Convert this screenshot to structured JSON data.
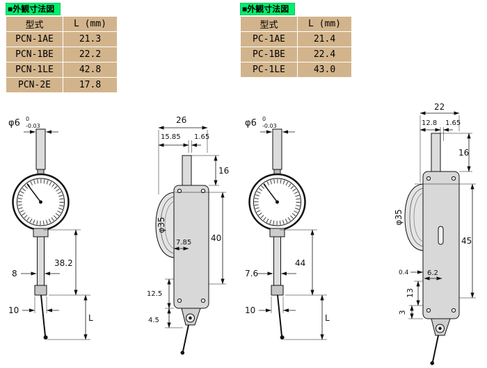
{
  "colors": {
    "section_header_bg": "#00EF6E",
    "table_cell_bg": "#D2B48C",
    "drawing_line": "#111111"
  },
  "panels": [
    {
      "header_title": "■外観寸法図",
      "table": {
        "headers": [
          "型式",
          "L (mm)"
        ],
        "rows": [
          {
            "model": "PCN-1AE",
            "length": "21.3"
          },
          {
            "model": "PCN-1BE",
            "length": "22.2"
          },
          {
            "model": "PCN-1LE",
            "length": "42.8"
          },
          {
            "model": "PCN-2E",
            "length": "17.8"
          }
        ]
      },
      "front_view": {
        "stem_diameter": "φ6",
        "tolerance_upper": "0",
        "tolerance_lower": "-0.03",
        "overall_height": "38.2",
        "stem_width": "8",
        "base_width": "10",
        "stylus_length": "L"
      },
      "side_view": {
        "overall_width": "26",
        "dial_offset": "15.85",
        "lip": "1.65",
        "stem_height": "16",
        "dial_diameter": "φ35",
        "body_depth": "7.85",
        "body_height": "40",
        "lower_height": "12.5",
        "tip_height": "4.5"
      }
    },
    {
      "header_title": "■外観寸法図",
      "table": {
        "headers": [
          "型式",
          "L (mm)"
        ],
        "rows": [
          {
            "model": "PC-1AE",
            "length": "21.4"
          },
          {
            "model": "PC-1BE",
            "length": "22.4"
          },
          {
            "model": "PC-1LE",
            "length": "43.0"
          }
        ]
      },
      "front_view": {
        "stem_diameter": "φ6",
        "tolerance_upper": "0",
        "tolerance_lower": "-0.03",
        "overall_height": "44",
        "stem_width": "7.6",
        "base_width": "10",
        "stylus_length": "L"
      },
      "side_view": {
        "overall_width": "22",
        "dial_offset": "12.8",
        "lip": "1.65",
        "stem_height": "16",
        "dial_diameter": "φ35",
        "body_height": "45",
        "back_offset": "0.4",
        "lower_width": "6.2",
        "lower_height": "13",
        "tip_height": "3"
      }
    }
  ]
}
